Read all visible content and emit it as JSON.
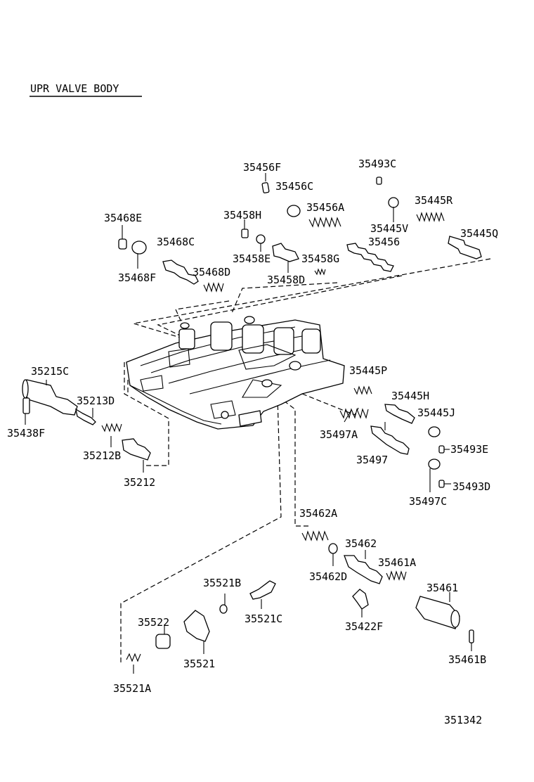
{
  "diagram": {
    "title": "UPR VALVE BODY",
    "figure_number": "351342",
    "part_labels": [
      "35456F",
      "35493C",
      "35456C",
      "35456A",
      "35445R",
      "35468E",
      "35458H",
      "35445V",
      "35445Q",
      "35468C",
      "35456",
      "35458E",
      "35458G",
      "35468F",
      "35468D",
      "35458D",
      "35215C",
      "35445P",
      "35213D",
      "35445H",
      "35445J",
      "35438F",
      "35497A",
      "35493E",
      "35212B",
      "35497",
      "35212",
      "35493D",
      "35497C",
      "35462A",
      "35462",
      "35461A",
      "35462D",
      "35521B",
      "35461",
      "35521C",
      "35422F",
      "35522",
      "35521",
      "35461B",
      "35521A"
    ]
  }
}
